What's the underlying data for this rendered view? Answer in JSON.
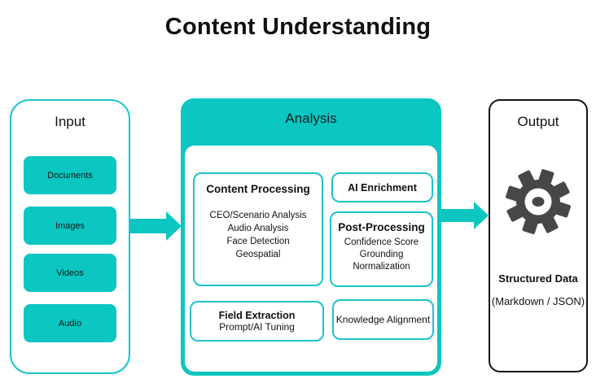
{
  "title": "Content Understanding",
  "colors": {
    "teal": "#0cc6c1",
    "teal_border": "#1cc4cb",
    "gear_gray": "#474747",
    "output_border": "#141414"
  },
  "input": {
    "title": "Input",
    "items": [
      "Documents",
      "Images",
      "Videos",
      "Audio"
    ]
  },
  "analysis": {
    "title": "Analysis",
    "boxes": {
      "content_processing": {
        "title": "Content Processing",
        "lines": [
          "CEO/Scenario Analysis",
          "Audio Analysis",
          "Face Detection",
          "Geospatial"
        ]
      },
      "ai_enrichment": {
        "title": "AI Enrichment"
      },
      "post_processing": {
        "title": "Post-Processing",
        "lines": [
          "Confidence Score",
          "Grounding",
          "Normalization"
        ]
      },
      "field_extraction": {
        "title": "Field Extraction",
        "lines": [
          "Prompt/AI Tuning"
        ]
      },
      "knowledge_alignment": {
        "title": "Knowledge Alignment"
      }
    }
  },
  "output": {
    "title": "Output",
    "label": "Structured Data",
    "sublabel": "(Markdown / JSON)"
  }
}
